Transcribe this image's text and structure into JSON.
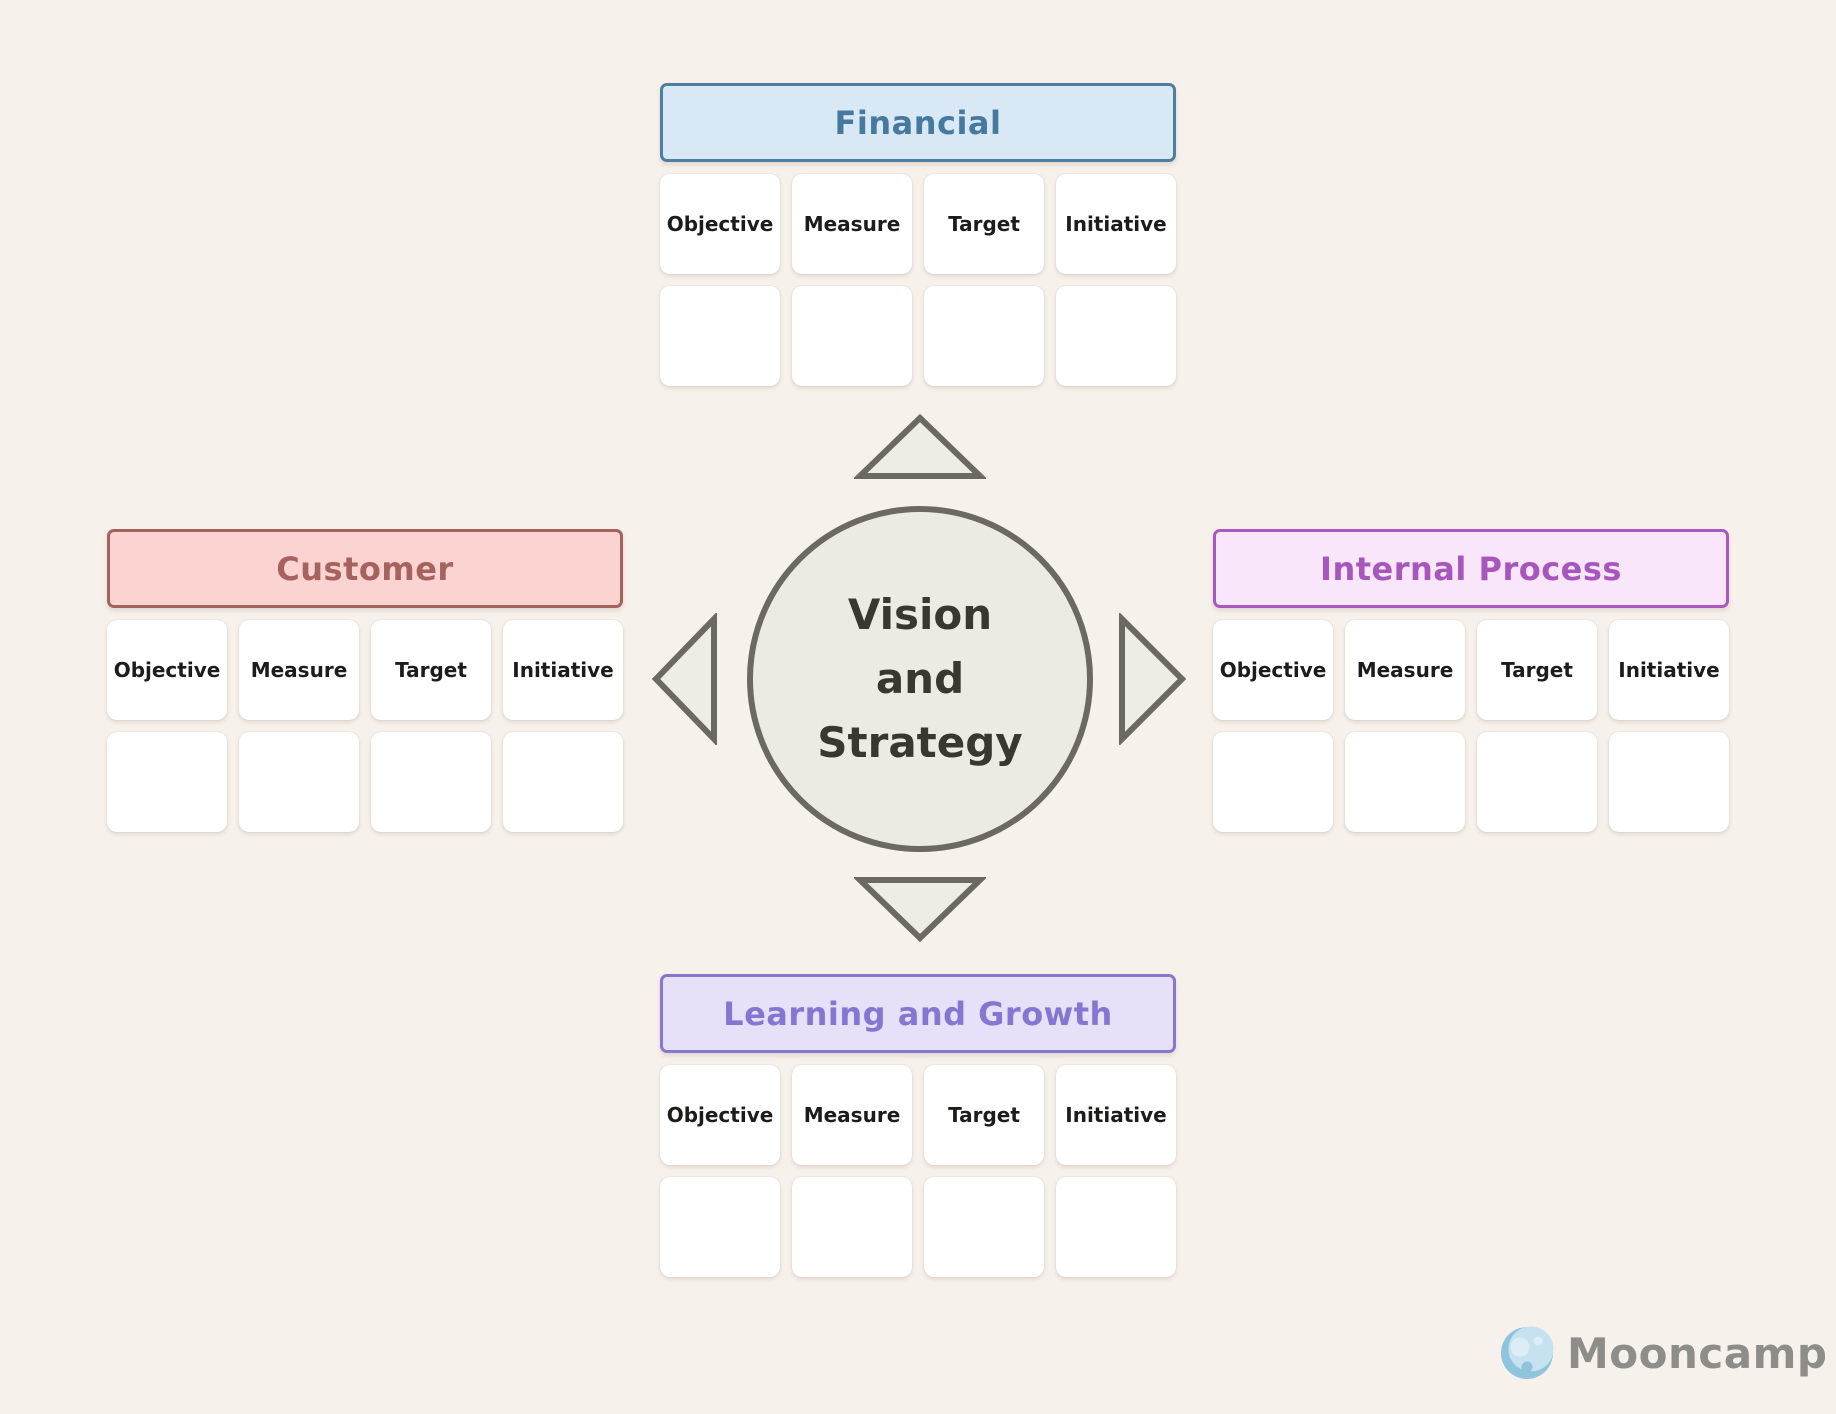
{
  "page": {
    "background": "#f7f1eb"
  },
  "center": {
    "lines": [
      "Vision",
      "and",
      "Strategy"
    ],
    "fill": "#edeae4",
    "border": "#6c6862",
    "text_color": "#3a3731"
  },
  "arrows": {
    "directions": [
      "up",
      "left",
      "right",
      "down"
    ],
    "stroke": "#6c6862",
    "fill": "#efece6"
  },
  "column_headers": [
    "Objective",
    "Measure",
    "Target",
    "Initiative"
  ],
  "perspectives": {
    "financial": {
      "label": "Financial",
      "fill": "#d8e8f4",
      "border": "#4d7fa0",
      "text_color": "#46799f"
    },
    "customer": {
      "label": "Customer",
      "fill": "#fbd3d0",
      "border": "#a4625d",
      "text_color": "#a5625f"
    },
    "internal_process": {
      "label": "Internal Process",
      "fill": "#f9e6fb",
      "border": "#ab57c0",
      "text_color": "#a756bd"
    },
    "learning_growth": {
      "label": "Learning and Growth",
      "fill": "#e6e1f8",
      "border": "#8677d0",
      "text_color": "#8577d1"
    }
  },
  "logo": {
    "text": "Mooncamp",
    "text_color": "#8d8d89",
    "moon": {
      "base": "#8ec4dc",
      "body": "#c6e1ef",
      "crater": "#dcedf6"
    }
  }
}
